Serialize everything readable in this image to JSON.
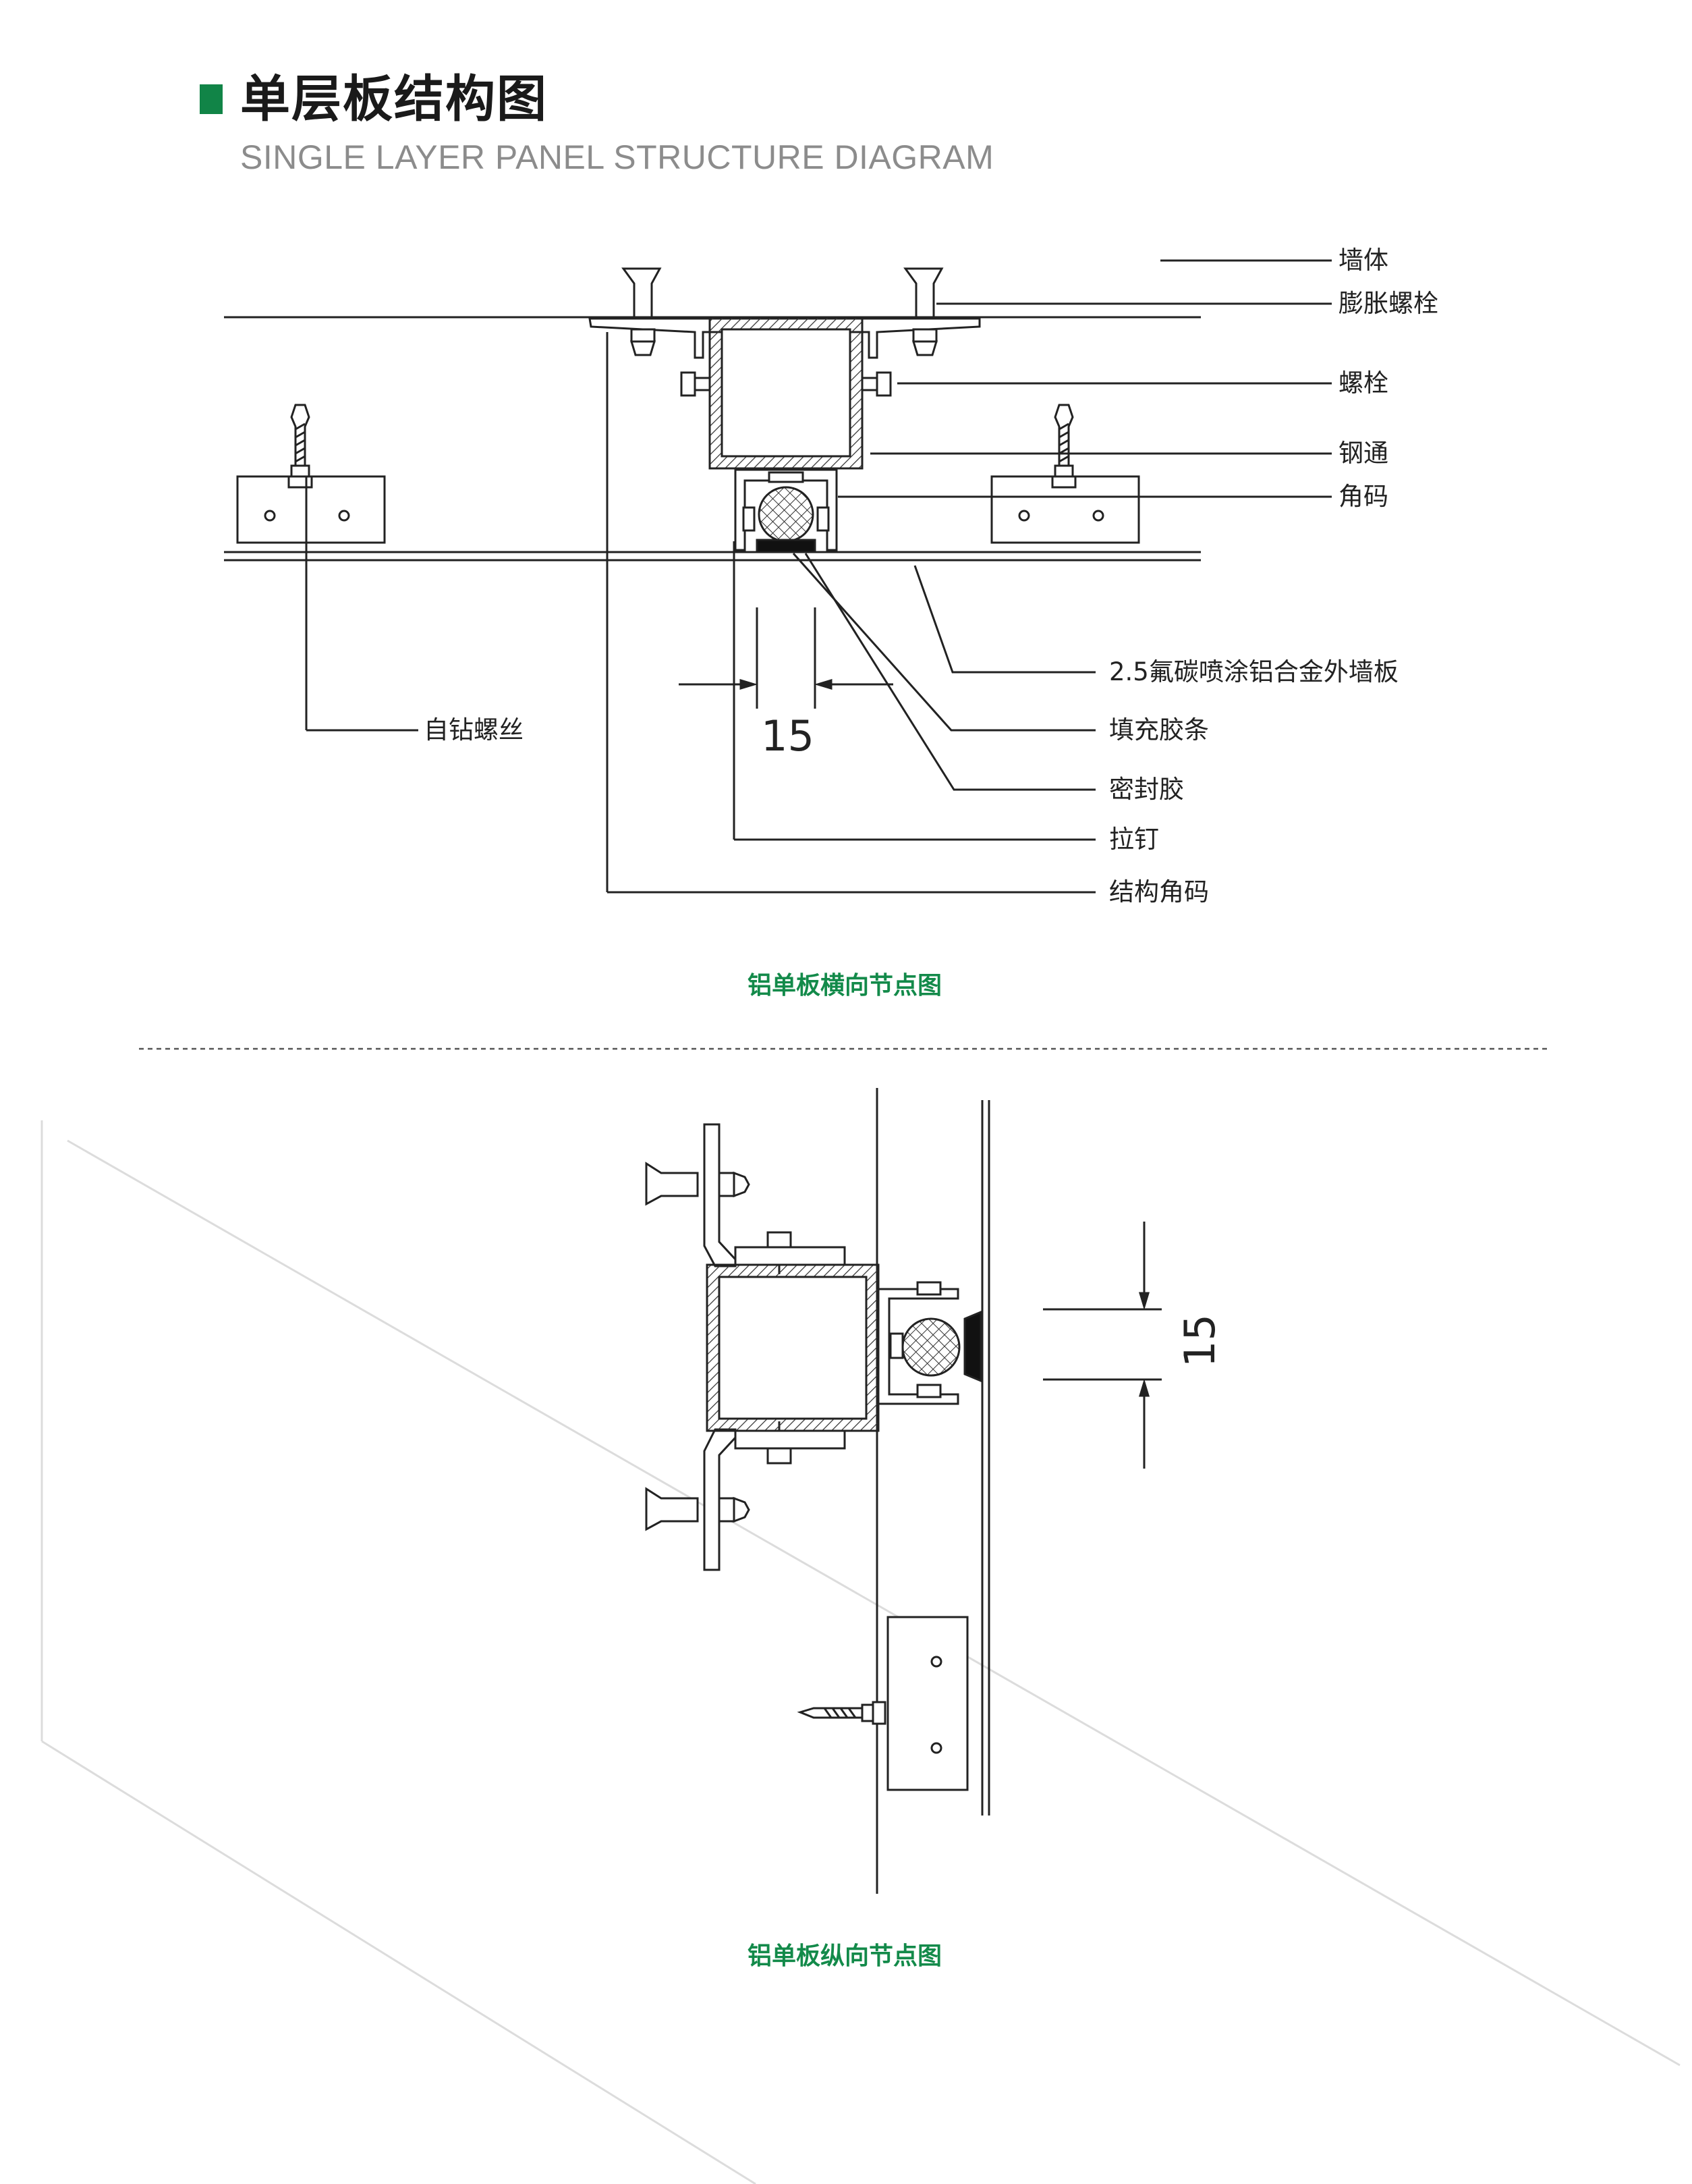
{
  "header": {
    "title_zh": "单层板结构图",
    "title_en": "SINGLE LAYER PANEL STRUCTURE DIAGRAM",
    "marker_color": "#118447"
  },
  "horizontal_node": {
    "labels": {
      "wall": "墙体",
      "expansion_bolt": "膨胀螺栓",
      "bolt": "螺栓",
      "steel_tube": "钢通",
      "corner_code": "角码",
      "panel": "2.5氟碳喷涂铝合金外墙板",
      "filler_strip": "填充胶条",
      "sealant": "密封胶",
      "rivet": "拉钉",
      "structural_corner_code": "结构角码",
      "self_drilling_screw": "自钻螺丝"
    },
    "dimension": "15",
    "caption": "铝单板横向节点图"
  },
  "vertical_node": {
    "dimension": "15",
    "caption": "铝单板纵向节点图"
  },
  "colors": {
    "caption": "#138a4a",
    "line": "#222222",
    "seal": "#111111",
    "watermark": "#dcdcdc"
  },
  "icons": [
    "expansion-bolt-icon",
    "self-drilling-screw-icon",
    "hex-nut-icon"
  ]
}
